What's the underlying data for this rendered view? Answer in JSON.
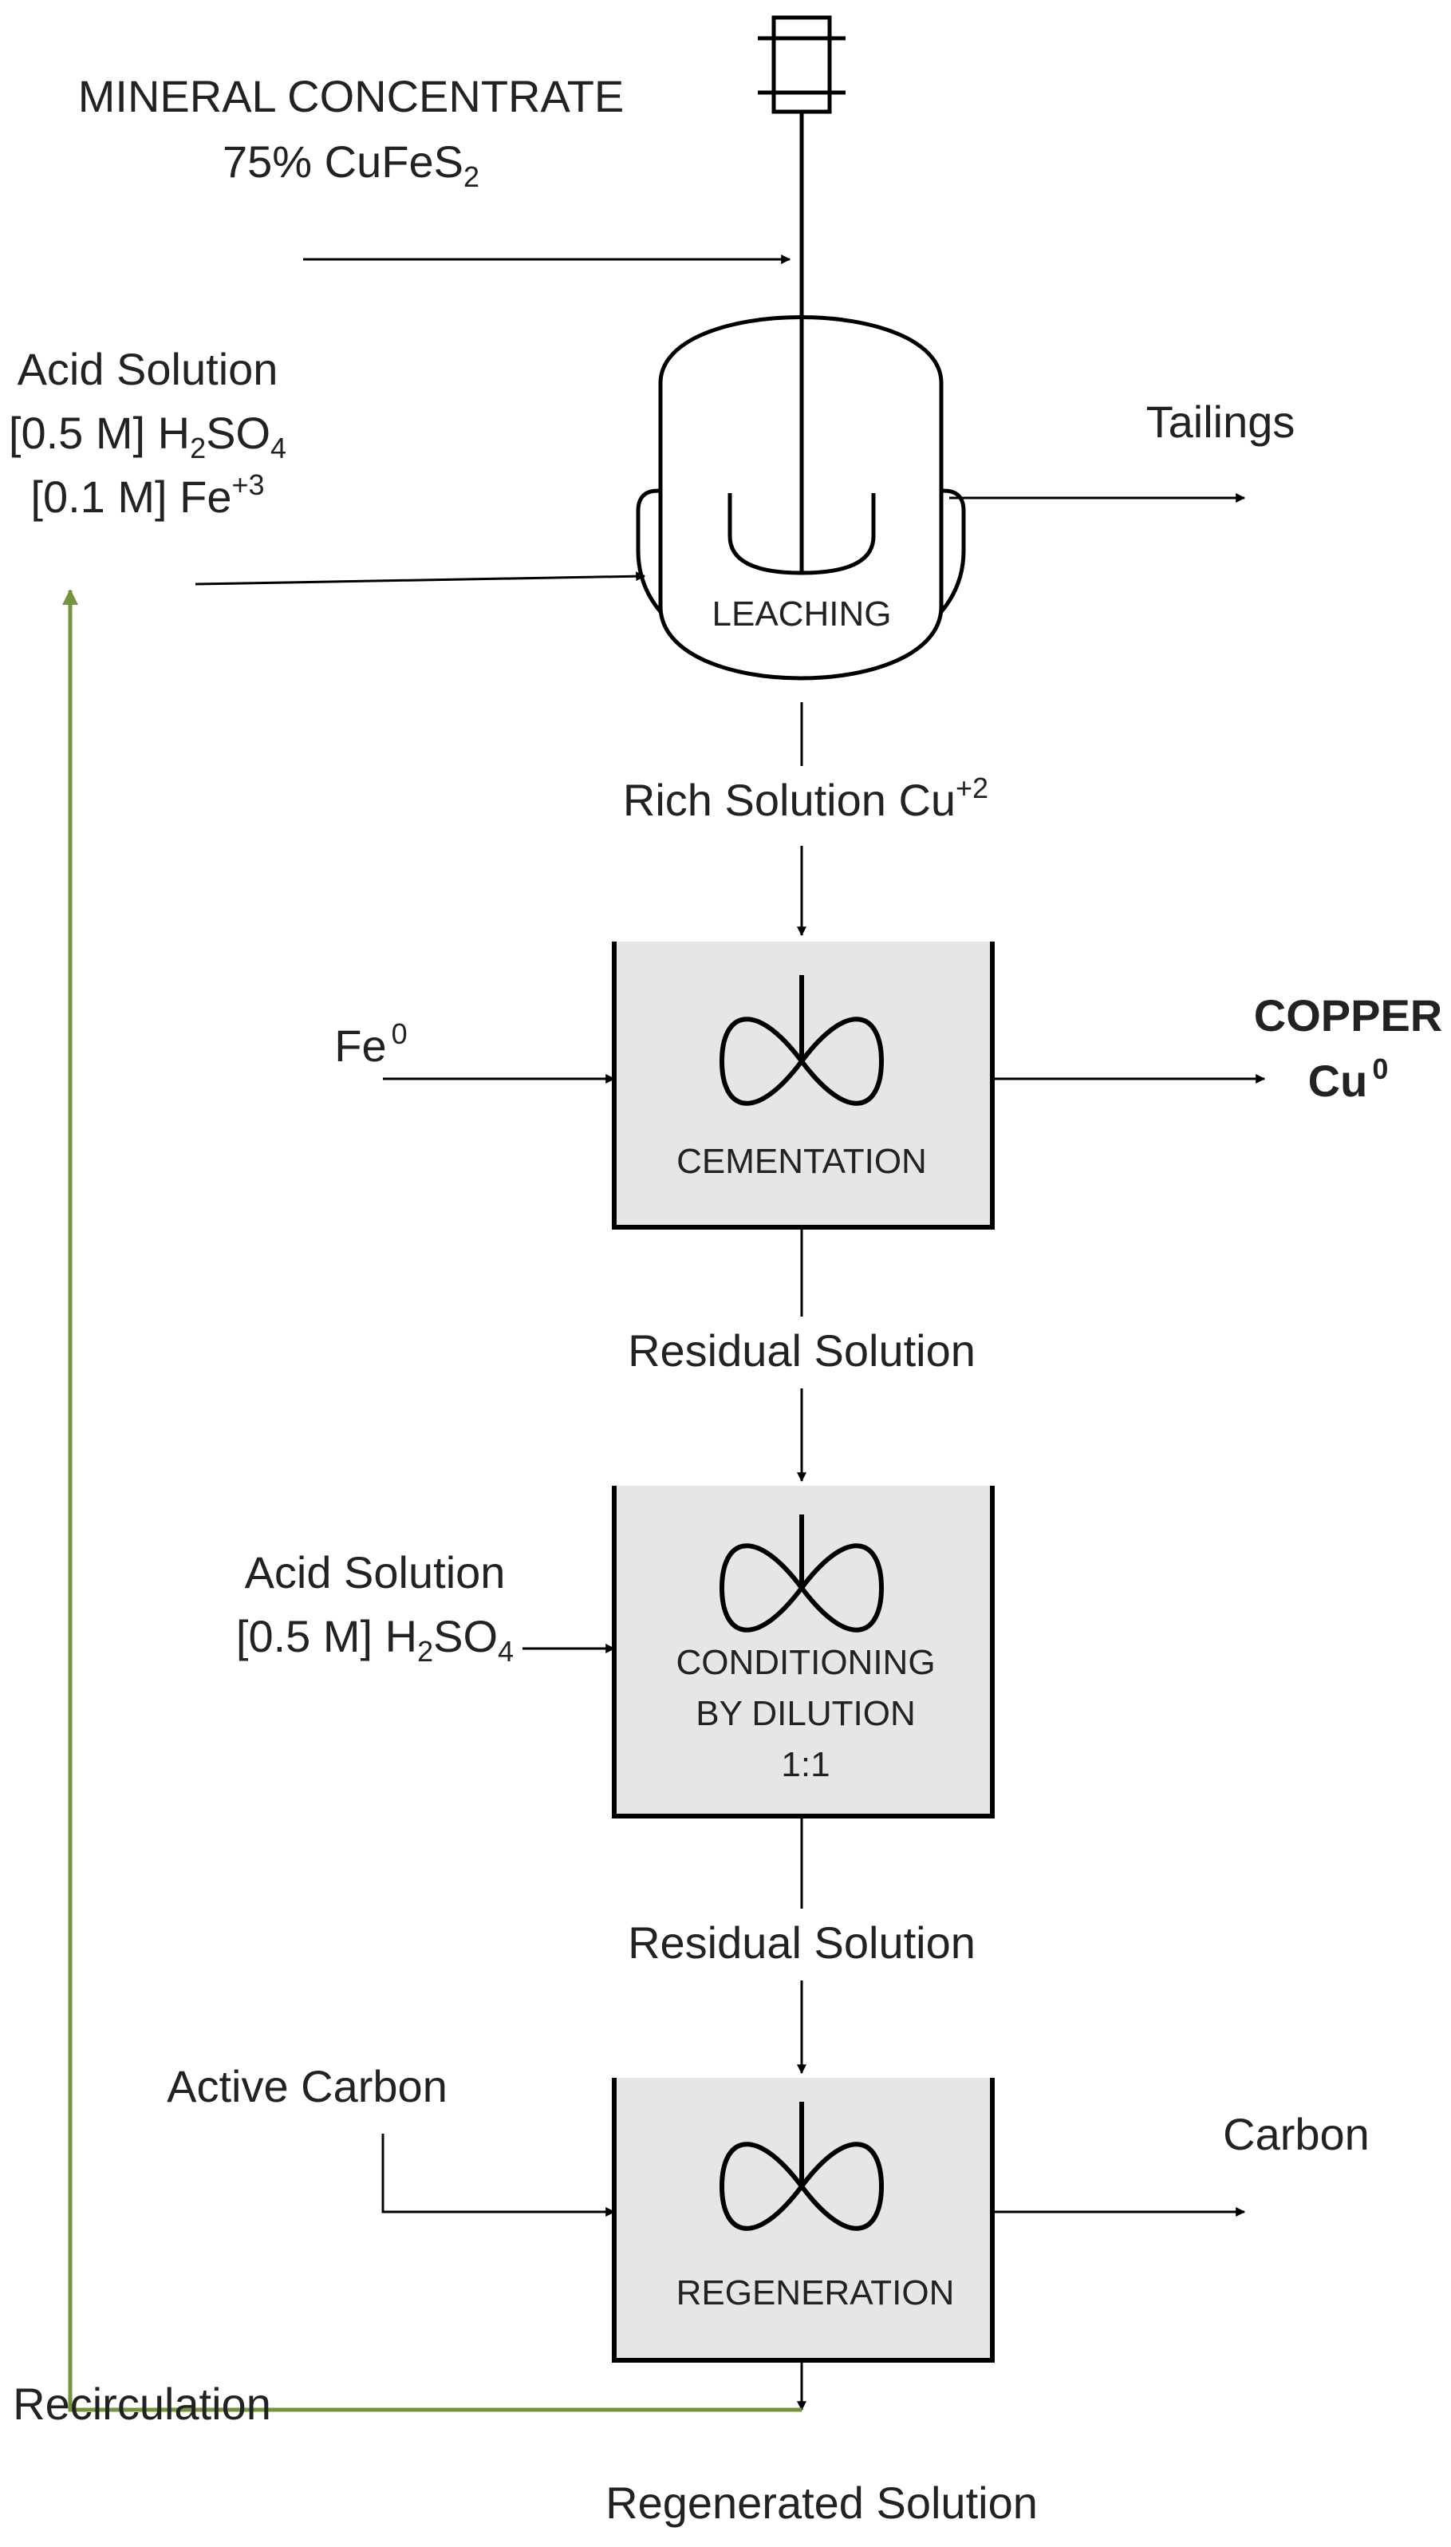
{
  "diagram": {
    "mineral": {
      "line1": "MINERAL CONCENTRATE",
      "line2_prefix": "75% CuFeS",
      "line2_sub": "2"
    },
    "acid_in": {
      "line1": "Acid Solution",
      "l2_a": "[0.5 M] H",
      "l2_b": "2",
      "l2_c": "SO",
      "l2_d": "4",
      "l3_a": "[0.1 M] Fe",
      "l3_b": "+3"
    },
    "leaching": "LEACHING",
    "tailings": "Tailings",
    "rich": {
      "text": "Rich Solution Cu",
      "sup": "+2"
    },
    "fe": {
      "text": "Fe",
      "sup": "0"
    },
    "cementation": "CEMENTATION",
    "copper": {
      "line1": "COPPER",
      "line2": "Cu",
      "sup": "0"
    },
    "residual1": "Residual Solution",
    "acid2": {
      "line1": "Acid Solution",
      "l2_a": "[0.5 M] H",
      "l2_b": "2",
      "l2_c": "SO",
      "l2_d": "4"
    },
    "conditioning": {
      "line1": "CONDITIONING",
      "line2": "BY DILUTION",
      "line3": "1:1"
    },
    "residual2": "Residual Solution",
    "active_carbon": "Active Carbon",
    "regeneration": "REGENERATION",
    "carbon": "Carbon",
    "recirculation": "Recirculation",
    "regenerated": "Regenerated Solution",
    "colors": {
      "line": "#000000",
      "tank": "#e6e6e6",
      "recirculation": "#77933c",
      "text": "#222222"
    }
  }
}
